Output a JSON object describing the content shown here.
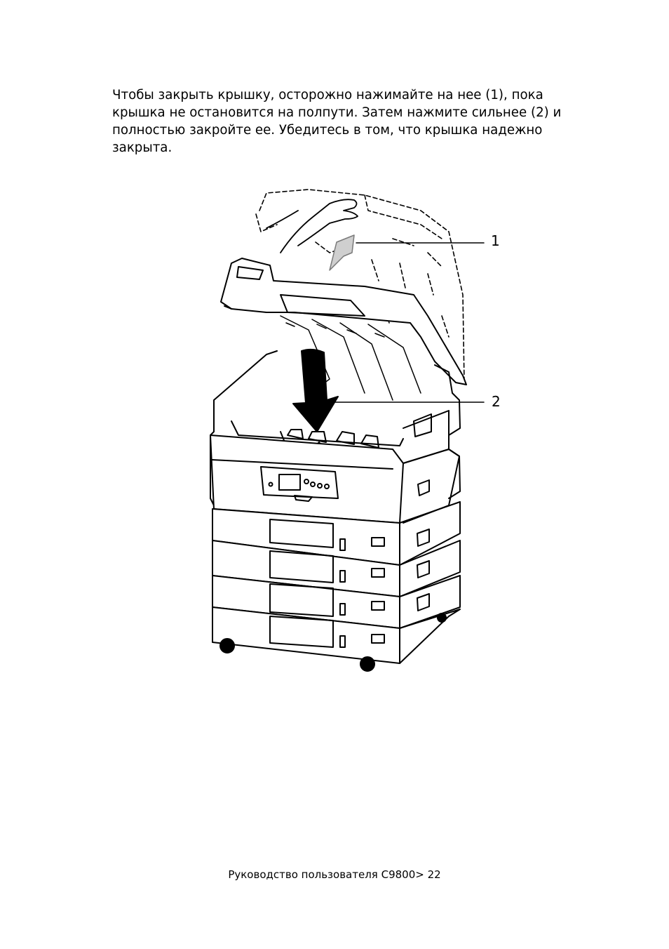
{
  "instruction": {
    "lines": [
      "Чтобы закрыть крышку, осторожно нажимайте на нее (1), пока",
      "крышка не остановится на полпути. Затем нажмите сильнее (2) и",
      "полностью закройте ее. Убедитесь в том, что крышка надежно",
      "закрыта."
    ]
  },
  "figure": {
    "callouts": [
      "1",
      "2"
    ]
  },
  "footer": {
    "text": "Руководство пользователя C9800> 22"
  }
}
